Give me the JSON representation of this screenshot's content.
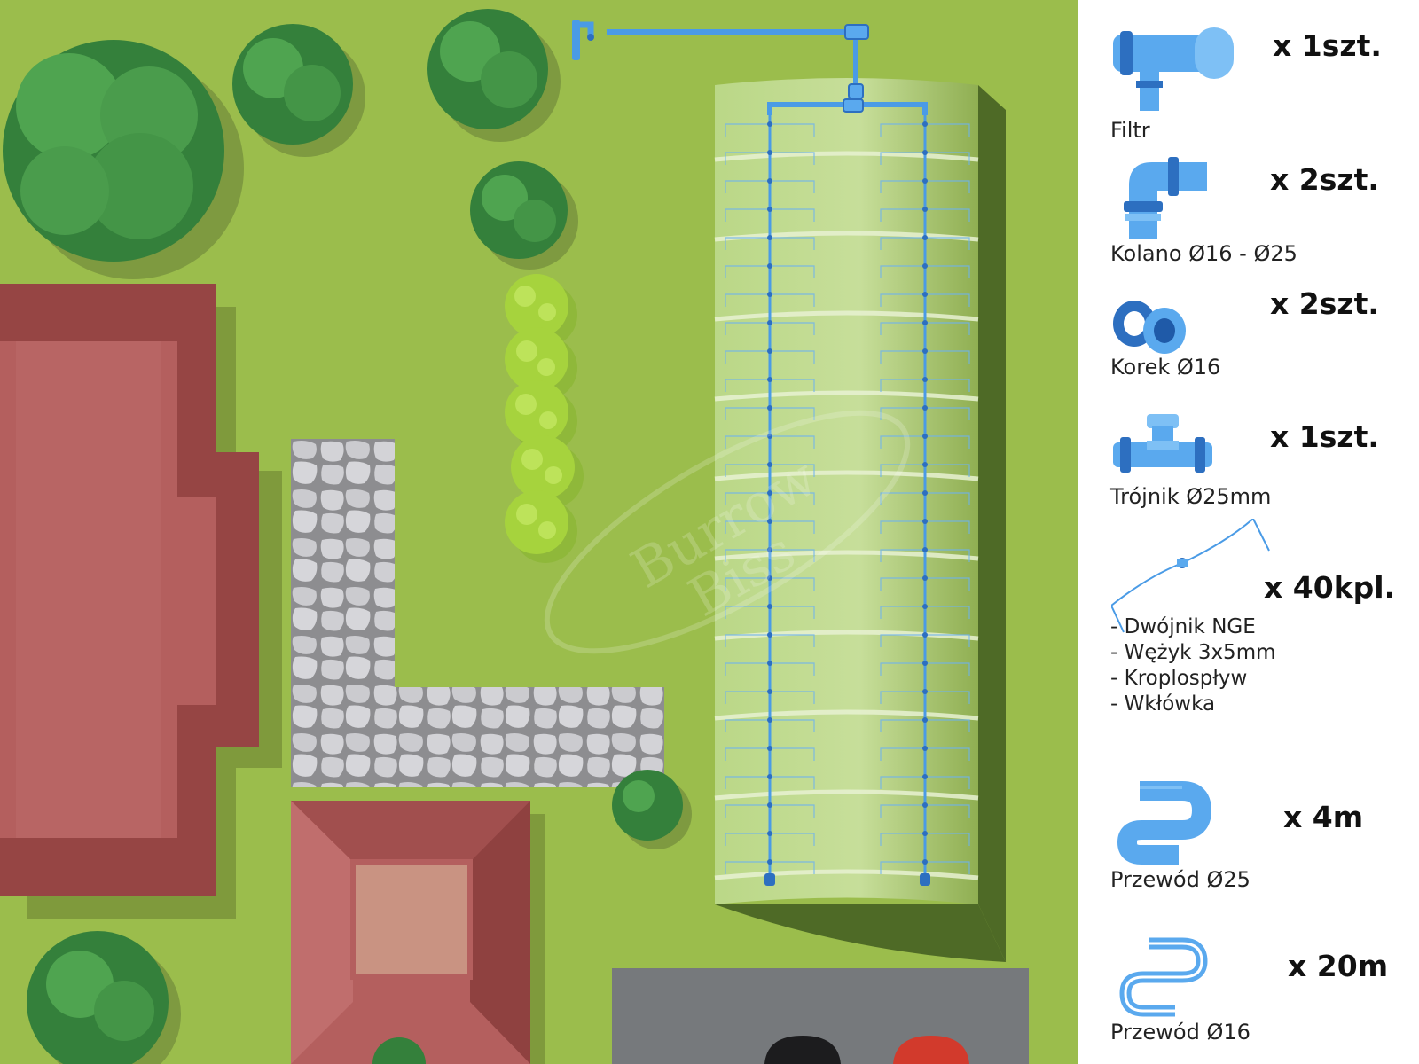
{
  "scene": {
    "watermark_line1": "Burrow",
    "watermark_line2": "Biss"
  },
  "legend": {
    "items": [
      {
        "id": "filtr",
        "name": "Filtr",
        "qty": "x 1szt.",
        "icon": "filter-icon"
      },
      {
        "id": "kolano",
        "name": "Kolano Ø16 - Ø25",
        "qty": "x 2szt.",
        "icon": "elbow-icon"
      },
      {
        "id": "korek",
        "name": "Korek Ø16",
        "qty": "x 2szt.",
        "icon": "end-cap-icon"
      },
      {
        "id": "trojnik",
        "name": "Trójnik Ø25mm",
        "qty": "x 1szt.",
        "icon": "tee-icon"
      },
      {
        "id": "zestaw",
        "name": "",
        "qty": "x 40kpl.",
        "icon": "dripper-kit-icon",
        "components": [
          "- Dwójnik NGE",
          "- Wężyk 3x5mm",
          "- Kroplospływ",
          "- Wkłówka"
        ]
      },
      {
        "id": "przewod25",
        "name": "Przewód Ø25",
        "qty": "x 4m",
        "icon": "hose-25-icon"
      },
      {
        "id": "przewod16",
        "name": "Przewód Ø16",
        "qty": "x 20m",
        "icon": "hose-16-icon"
      }
    ]
  },
  "colors": {
    "grass": "#9bbd4c",
    "roof": "#b45f5e",
    "roof_dark": "#964544",
    "pipe": "#4a9be6",
    "fitting": "#5aa9ee",
    "fitting_dark": "#2d6fc0",
    "tree": "#3f8f43",
    "tree_light": "#4fa450",
    "hedge": "#a6d33d",
    "stone": "#cfcfd3",
    "greenhouse": "#c8df9a",
    "asphalt": "#76797c"
  }
}
